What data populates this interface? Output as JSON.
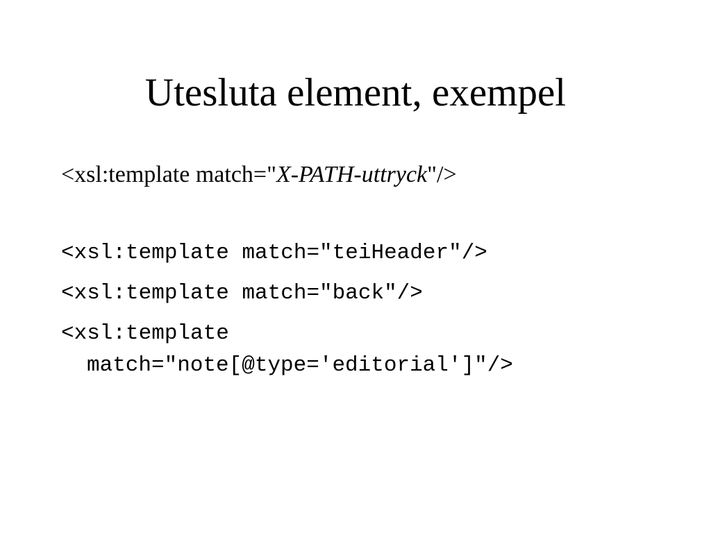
{
  "slide": {
    "title": "Utesluta element, exempel",
    "syntax_line": {
      "prefix": "<xsl:template match=\"",
      "placeholder": "X-PATH-uttryck",
      "suffix": "\"/>"
    },
    "code_lines": [
      "<xsl:template match=\"teiHeader\"/>",
      "<xsl:template match=\"back\"/>",
      "<xsl:template",
      "match=\"note[@type='editorial']\"/>"
    ]
  }
}
